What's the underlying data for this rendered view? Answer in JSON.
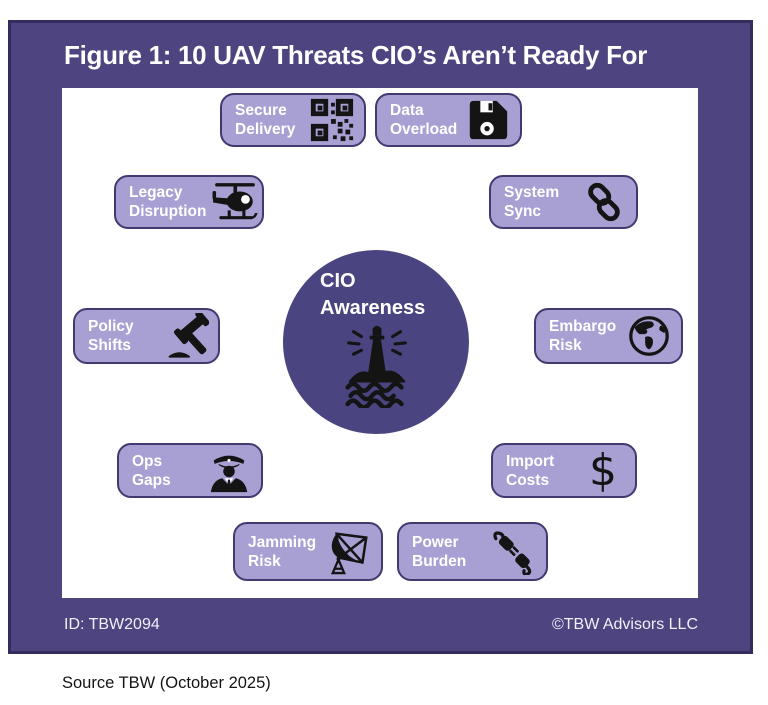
{
  "title": "Figure 1: 10 UAV Threats CIO’s Aren’t Ready For",
  "center": {
    "line1": "CIO",
    "line2": "Awareness",
    "icon": "lighthouse-icon"
  },
  "threats": [
    {
      "line1": "Secure",
      "line2": "Delivery",
      "icon": "qr-code-icon"
    },
    {
      "line1": "Data",
      "line2": "Overload",
      "icon": "floppy-disk-icon"
    },
    {
      "line1": "Legacy",
      "line2": "Disruption",
      "icon": "helicopter-icon"
    },
    {
      "line1": "System",
      "line2": "Sync",
      "icon": "chain-link-icon"
    },
    {
      "line1": "Policy",
      "line2": "Shifts",
      "icon": "gavel-icon"
    },
    {
      "line1": "Embargo",
      "line2": "Risk",
      "icon": "globe-icon"
    },
    {
      "line1": "Ops",
      "line2": "Gaps",
      "icon": "pilot-icon"
    },
    {
      "line1": "Import",
      "line2": "Costs",
      "icon": "dollar-sign-icon",
      "icon_glyph": "$"
    },
    {
      "line1": "Jamming",
      "line2": "Risk",
      "icon": "satellite-dish-icon"
    },
    {
      "line1": "Power",
      "line2": "Burden",
      "icon": "unplugged-cable-icon"
    }
  ],
  "footer": {
    "figure_id": "ID: TBW2094",
    "copyright": "©TBW Advisors LLC"
  },
  "source_note": "Source TBW (October 2025)",
  "colors": {
    "frame": "#4d4480",
    "frame_edge": "#332d5e",
    "panel": "#ffffff",
    "box_fill": "#a8a0d3",
    "box_border": "#403a70",
    "circle_fill": "#4a4580",
    "text_light": "#ffffff",
    "icon": "#141414",
    "source_text": "#141414"
  }
}
